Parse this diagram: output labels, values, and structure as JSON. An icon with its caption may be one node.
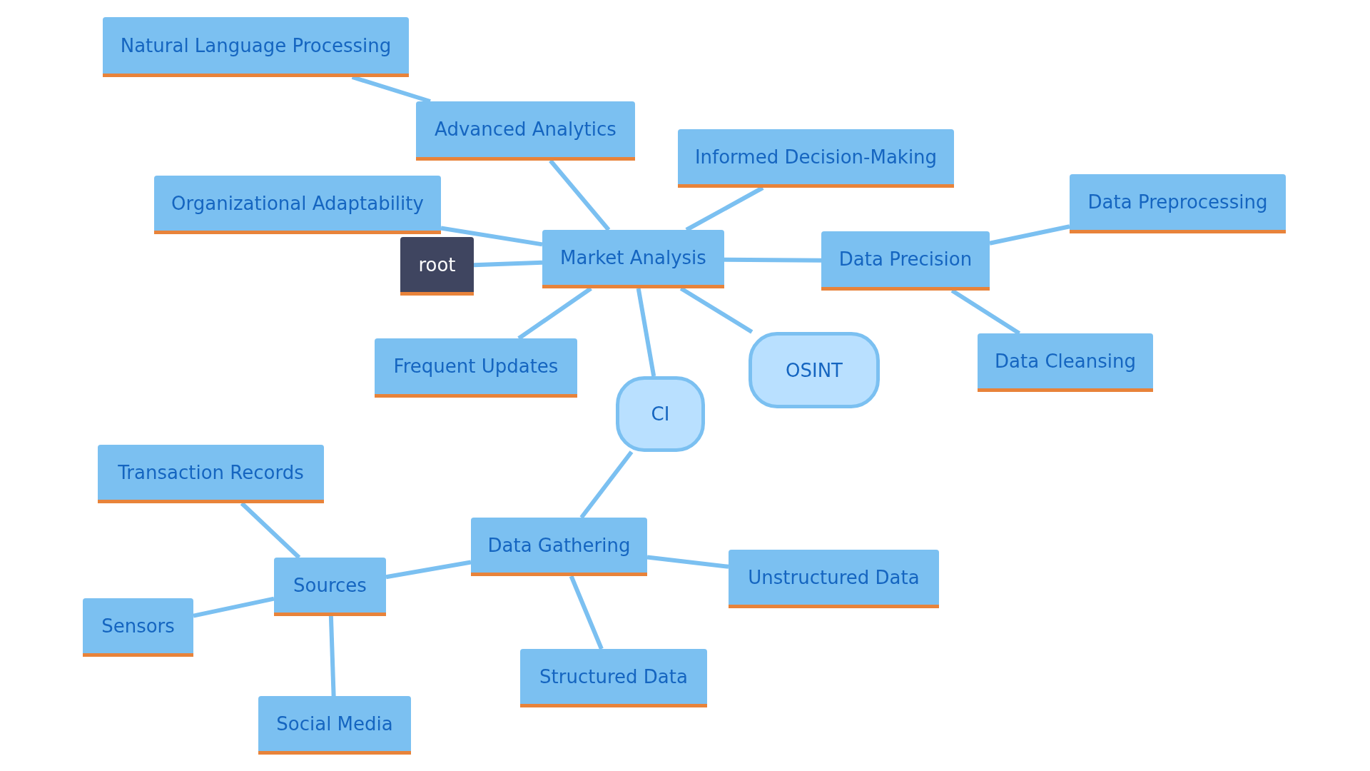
{
  "diagram": {
    "nodes": [
      {
        "text": [
          "root"
        ]
      },
      {
        "text": [
          "Market Analysis"
        ]
      },
      {
        "text": [
          "Natural Language Processing"
        ]
      },
      {
        "text": [
          "Advanced Analytics"
        ]
      },
      {
        "text": [
          "Organizational Adaptability"
        ]
      },
      {
        "text": [
          "Informed Decision-Making"
        ]
      },
      {
        "text": [
          "Data Precision"
        ]
      },
      {
        "text": [
          "Data Preprocessing"
        ]
      },
      {
        "text": [
          "Data Cleansing"
        ]
      },
      {
        "text": [
          "Frequent Updates"
        ]
      },
      {
        "text": [
          "OSINT"
        ]
      },
      {
        "text": [
          "CI"
        ]
      },
      {
        "text": [
          "Data Gathering"
        ]
      },
      {
        "text": [
          "Transaction Records"
        ]
      },
      {
        "text": [
          "Sources"
        ]
      },
      {
        "text": [
          "Sensors"
        ]
      },
      {
        "text": [
          "Social Media"
        ]
      },
      {
        "text": [
          "Unstructured Data"
        ]
      },
      {
        "text": [
          "Structured Data"
        ]
      }
    ],
    "edges": [
      {
        "from": 0,
        "to": 1,
        "arrow": "none"
      },
      {
        "from": 1,
        "to": 3,
        "arrow": "none"
      },
      {
        "from": 3,
        "to": 2,
        "arrow": "none"
      },
      {
        "from": 1,
        "to": 4,
        "arrow": "none"
      },
      {
        "from": 1,
        "to": 5,
        "arrow": "none"
      },
      {
        "from": 1,
        "to": 6,
        "arrow": "none"
      },
      {
        "from": 6,
        "to": 7,
        "arrow": "none"
      },
      {
        "from": 6,
        "to": 8,
        "arrow": "none"
      },
      {
        "from": 1,
        "to": 9,
        "arrow": "none"
      },
      {
        "from": 1,
        "to": 10,
        "arrow": "none"
      },
      {
        "from": 1,
        "to": 11,
        "arrow": "none"
      },
      {
        "from": 11,
        "to": 12,
        "arrow": "none"
      },
      {
        "from": 12,
        "to": 14,
        "arrow": "none"
      },
      {
        "from": 14,
        "to": 13,
        "arrow": "none"
      },
      {
        "from": 14,
        "to": 15,
        "arrow": "none"
      },
      {
        "from": 14,
        "to": 16,
        "arrow": "none"
      },
      {
        "from": 12,
        "to": 17,
        "arrow": "none"
      },
      {
        "from": 12,
        "to": 18,
        "arrow": "none"
      }
    ]
  }
}
